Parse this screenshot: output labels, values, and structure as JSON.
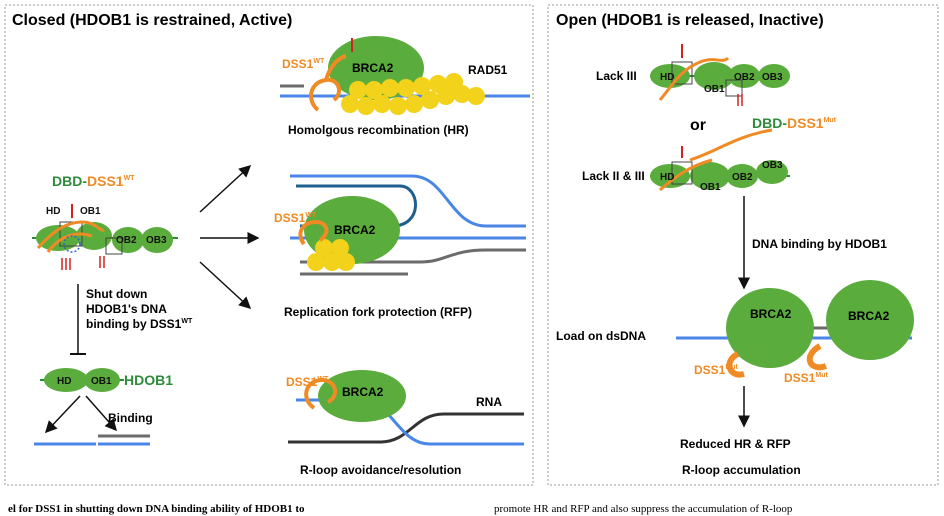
{
  "panels": {
    "closed_title": "Closed (HDOB1 is restrained, Active)",
    "open_title": "Open (HDOB1 is released, Inactive)"
  },
  "closed": {
    "construct_dbd": "DBD-",
    "construct_dss1": "DSS1",
    "construct_sup": "WT",
    "hd": "HD",
    "ob1": "OB1",
    "ob2": "OB2",
    "ob3": "OB3",
    "shutdown_line1": "Shut down",
    "shutdown_line2": "HDOB1's DNA",
    "shutdown_line3": "binding by DSS1",
    "shutdown_sup": "WT",
    "hdob1_hd": "HD",
    "hdob1_ob1": "OB1",
    "hdob1_label": "HDOB1",
    "binding": "Binding"
  },
  "hr": {
    "dss1": "DSS1",
    "dss1_sup": "WT",
    "brca2": "BRCA2",
    "rad51": "RAD51",
    "caption": "Homolgous recombination (HR)"
  },
  "rfp": {
    "dss1": "DSS1",
    "dss1_sup": "WT",
    "brca2": "BRCA2",
    "caption": "Replication fork protection (RFP)"
  },
  "rloop": {
    "dss1": "DSS1",
    "dss1_sup": "WT",
    "brca2": "BRCA2",
    "rna": "RNA",
    "caption": "R-loop avoidance/resolution"
  },
  "open": {
    "lack3": "Lack III",
    "or": "or",
    "construct_dbd": "DBD-",
    "construct_dss1": "DSS1",
    "construct_sup": "Mut",
    "lack23": "Lack II & III",
    "hd": "HD",
    "ob1": "OB1",
    "ob2": "OB2",
    "ob3": "OB3",
    "dna_binding": "DNA binding by HDOB1",
    "load": "Load on dsDNA",
    "brca2_a": "BRCA2",
    "brca2_b": "BRCA2",
    "dss1_a": "DSS1",
    "dss1_b": "DSS1",
    "mut_sup": "Mut",
    "reduced": "Reduced HR & RFP",
    "rloop_acc": "R-loop accumulation"
  },
  "marks": {
    "roman_3": "III",
    "roman_2": "II"
  },
  "footer": {
    "left": "el for DSS1 in shutting down DNA binding ability of HDOB1 to",
    "right": "promote HR and RFP and also suppress the accumulation of R-loop"
  },
  "colors": {
    "green": "#5aac3c",
    "dark_green": "#2e8b3a",
    "orange": "#f08a24",
    "blue": "#4a86e8",
    "yellow": "#f2d21b",
    "gray": "#6b6b6b",
    "red": "#d62020"
  }
}
